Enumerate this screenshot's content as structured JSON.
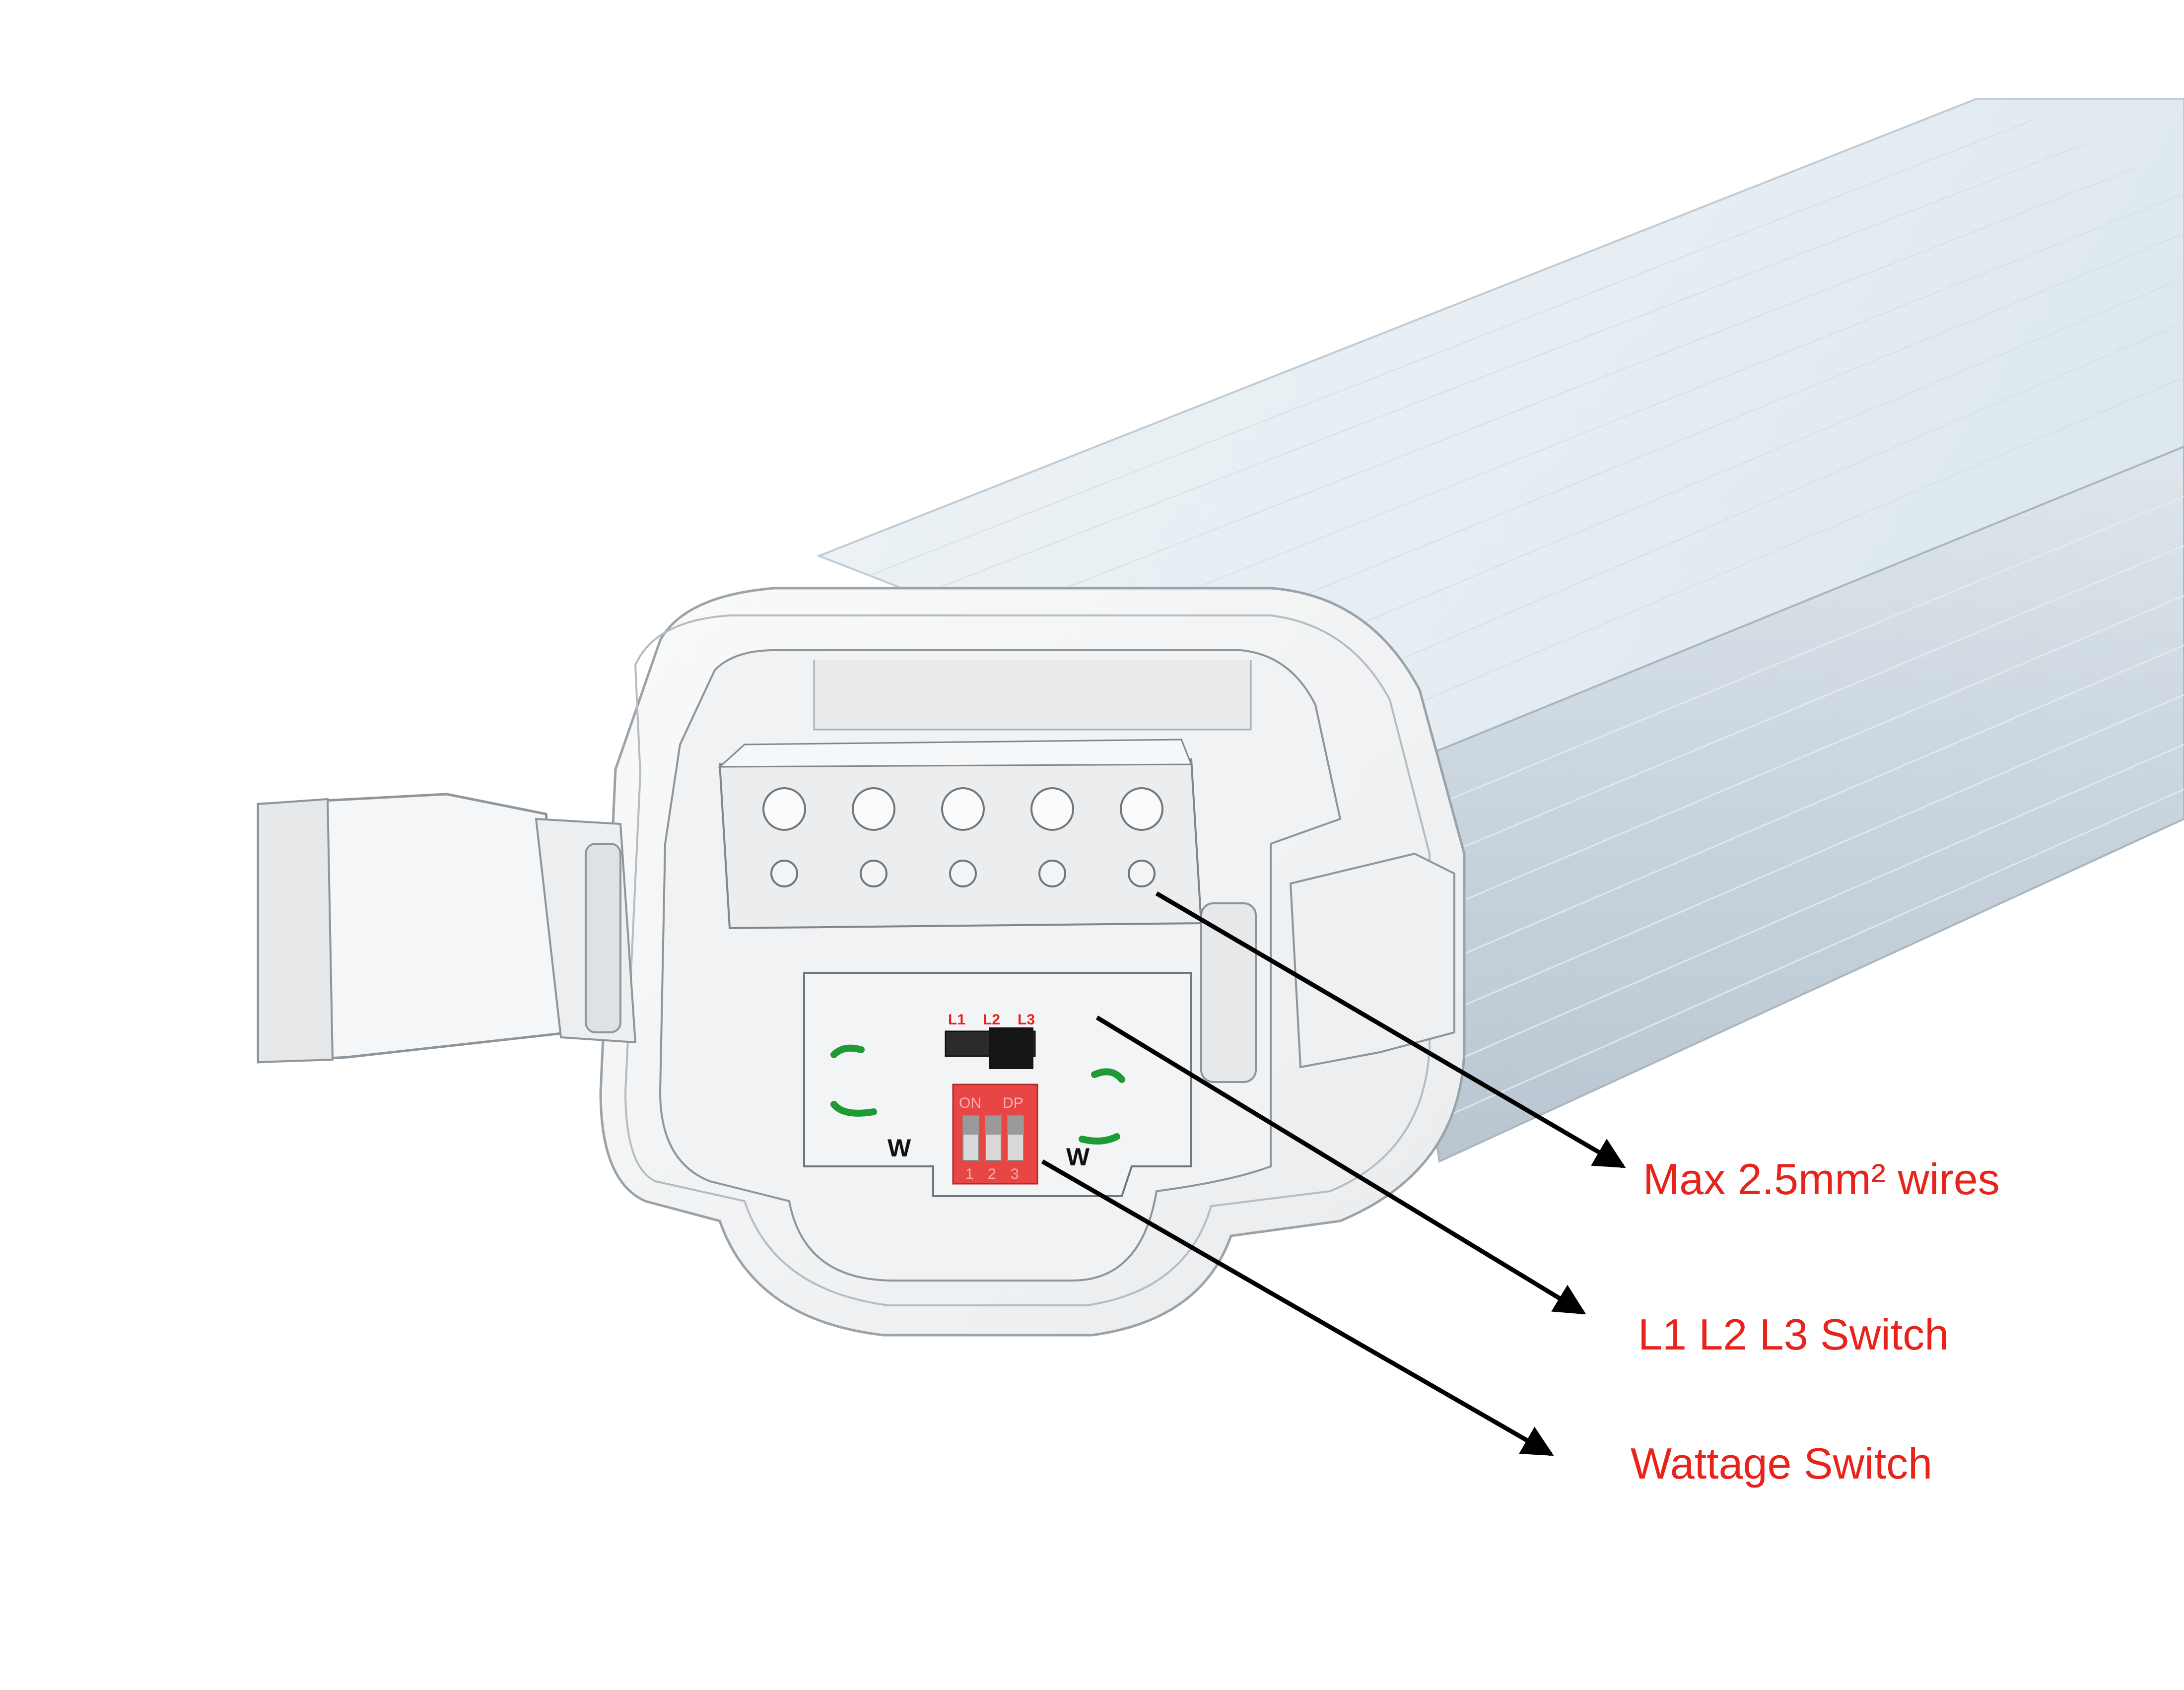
{
  "colors": {
    "callout_text": "#e8231b",
    "leader": "#000000",
    "panel_red": "#e84545",
    "terminal_green": "#1e9b35",
    "housing": "#f4f5f6",
    "diffuser": "#e3edf3",
    "aluminium": "#c9d3dc"
  },
  "callouts": {
    "wires": "Max 2.5mm² wires",
    "phase_switch": "L1 L2 L3 Switch",
    "wattage_switch": "Wattage Switch"
  },
  "switch_panel": {
    "phase_labels": [
      "L1",
      "L2",
      "L3"
    ],
    "dip_on": "ON",
    "dip_dp": "DP",
    "dip_numbers": [
      "1",
      "2",
      "3"
    ],
    "w_left": "W",
    "w_right": "W"
  },
  "icons": {
    "leader_arrow": "arrow-head-icon",
    "terminal_screw": "screw-icon"
  }
}
